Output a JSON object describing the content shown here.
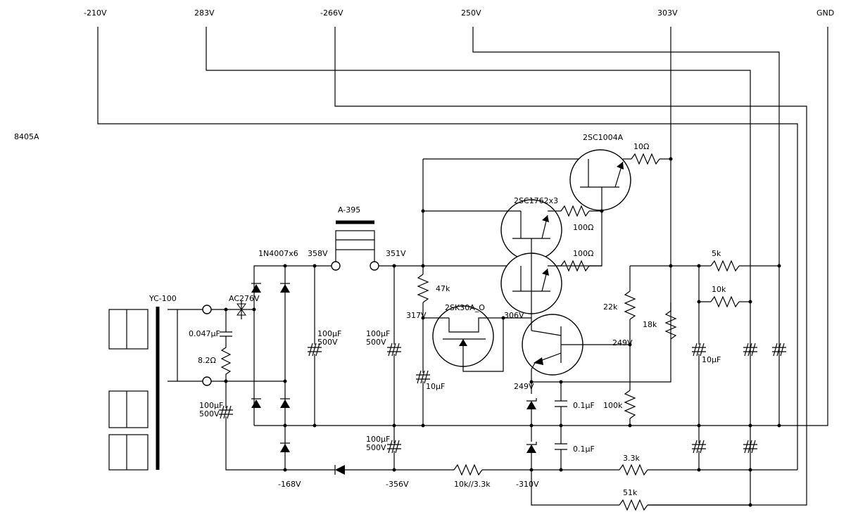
{
  "model_label": "8405A",
  "terminals": {
    "t1": "-210V",
    "t2": "283V",
    "t3": "-266V",
    "t4": "250V",
    "t5": "303V",
    "t6": "GND"
  },
  "parts": {
    "transformer": "YC-100",
    "ac_input": "AC276V",
    "snubber_cap": "0.047μF",
    "snubber_res": "8.2Ω",
    "neg_cap": "100μF\n500V",
    "rectifier": "1N4007x6",
    "choke": "A-395",
    "v358": "358V",
    "v351": "351V",
    "cap1": "100μF\n500V",
    "cap2": "100μF\n500V",
    "cap3": "100μF\n500V",
    "r47k": "47k",
    "v317": "317V",
    "fet": "2SK30A_O",
    "cap_fet": "10μF",
    "v306": "306V",
    "q_top": "2SC1004A",
    "r10": "10Ω",
    "q_mid": "2SC1762x3",
    "r100a": "100Ω",
    "r100b": "100Ω",
    "r5k": "5k",
    "r10k": "10k",
    "r22k": "22k",
    "r18k": "18k",
    "v249b": "249V",
    "cap10u": "10μF",
    "v249": "249V",
    "c01a": "0.1μF",
    "r100k": "100k",
    "c01b": "0.1μF",
    "v168": "-168V",
    "v356": "-356V",
    "r10k33": "10k//3.3k",
    "v310": "-310V",
    "r33k": "3.3k",
    "r51k": "51k"
  }
}
